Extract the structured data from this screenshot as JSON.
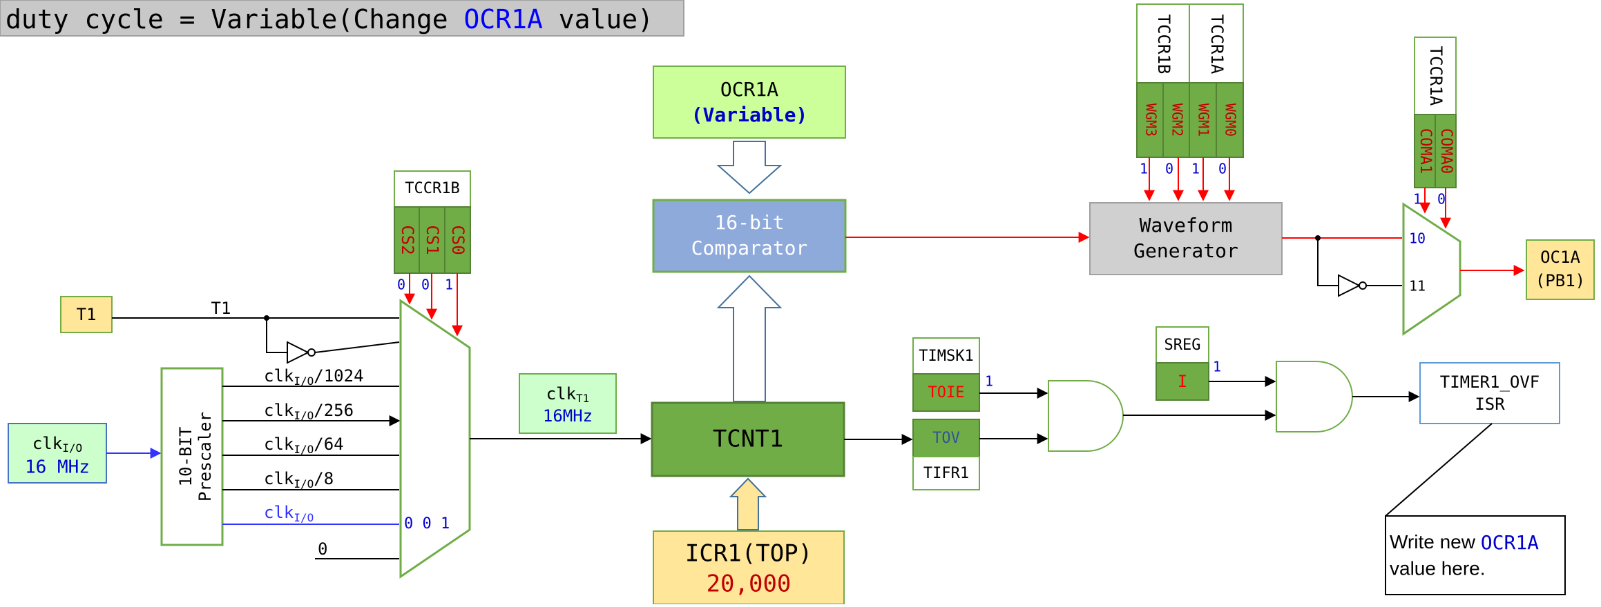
{
  "title": {
    "prefix": "duty cycle = Variable(Change ",
    "highlight": "OCR1A",
    "suffix": " value)"
  },
  "ocr1a_box": {
    "line1": "OCR1A",
    "line2": "(Variable)"
  },
  "comparator_box": {
    "line1": "16-bit",
    "line2": "Comparator"
  },
  "tcnt1_box": {
    "label": "TCNT1"
  },
  "icr1_box": {
    "line1": "ICR1(TOP)",
    "line2": "20,000"
  },
  "t1_box": {
    "label": "T1"
  },
  "t1_wire_label": "T1",
  "clkio_box": {
    "sym": "clk",
    "sub": "I/O",
    "freq": "16 MHz"
  },
  "prescaler_box": {
    "line1": "10-BIT",
    "line2": "Prescaler"
  },
  "prescaler_outputs": [
    {
      "sym": "clk",
      "sub": "I/O",
      "div": "/1024"
    },
    {
      "sym": "clk",
      "sub": "I/O",
      "div": "/256"
    },
    {
      "sym": "clk",
      "sub": "I/O",
      "div": "/64"
    },
    {
      "sym": "clk",
      "sub": "I/O",
      "div": "/8"
    },
    {
      "sym": "clk",
      "sub": "I/O",
      "div": ""
    }
  ],
  "zero_input": "0",
  "mux_select_value": "0 0 1",
  "tccr1b_cs": {
    "reg": "TCCR1B",
    "bits": [
      "CS2",
      "CS1",
      "CS0"
    ],
    "values": [
      "0",
      "0",
      "1"
    ]
  },
  "clkt1_box": {
    "sym": "clk",
    "sub": "T1",
    "freq": "16MHz"
  },
  "wgm_regs": {
    "reg_b": "TCCR1B",
    "reg_a": "TCCR1A",
    "bits": [
      "WGM3",
      "WGM2",
      "WGM1",
      "WGM0"
    ],
    "values": [
      "1",
      "0",
      "1",
      "0"
    ]
  },
  "waveform_box": {
    "line1": "Waveform",
    "line2": "Generator"
  },
  "com_regs": {
    "reg": "TCCR1A",
    "bits": [
      "COMA1",
      "COMA0"
    ],
    "values": [
      "1",
      "0"
    ]
  },
  "out_mux_inputs": [
    "10",
    "11"
  ],
  "oc1a_box": {
    "line1": "OC1A",
    "line2": "(PB1)"
  },
  "timsk1": {
    "reg": "TIMSK1",
    "bit": "TOIE",
    "value": "1"
  },
  "tifr1": {
    "reg": "TIFR1",
    "bit": "TOV"
  },
  "sreg": {
    "reg": "SREG",
    "bit": "I",
    "value": "1"
  },
  "isr_box": {
    "line1": "TIMER1_OVF",
    "line2": "ISR"
  },
  "note_box": {
    "line1_prefix": "Write new ",
    "line1_highlight": "OCR1A",
    "line2": "value here."
  },
  "colors": {
    "green_dark": "#70ad47",
    "green_fill": "#70ad47",
    "light_green": "#ccffcc",
    "yellow": "#ffe699",
    "blue_box": "#8eaadb",
    "red": "#ff0000",
    "blue_text": "#0000cc",
    "dark_red": "#c00000",
    "gray_box": "#d0d0d0"
  }
}
